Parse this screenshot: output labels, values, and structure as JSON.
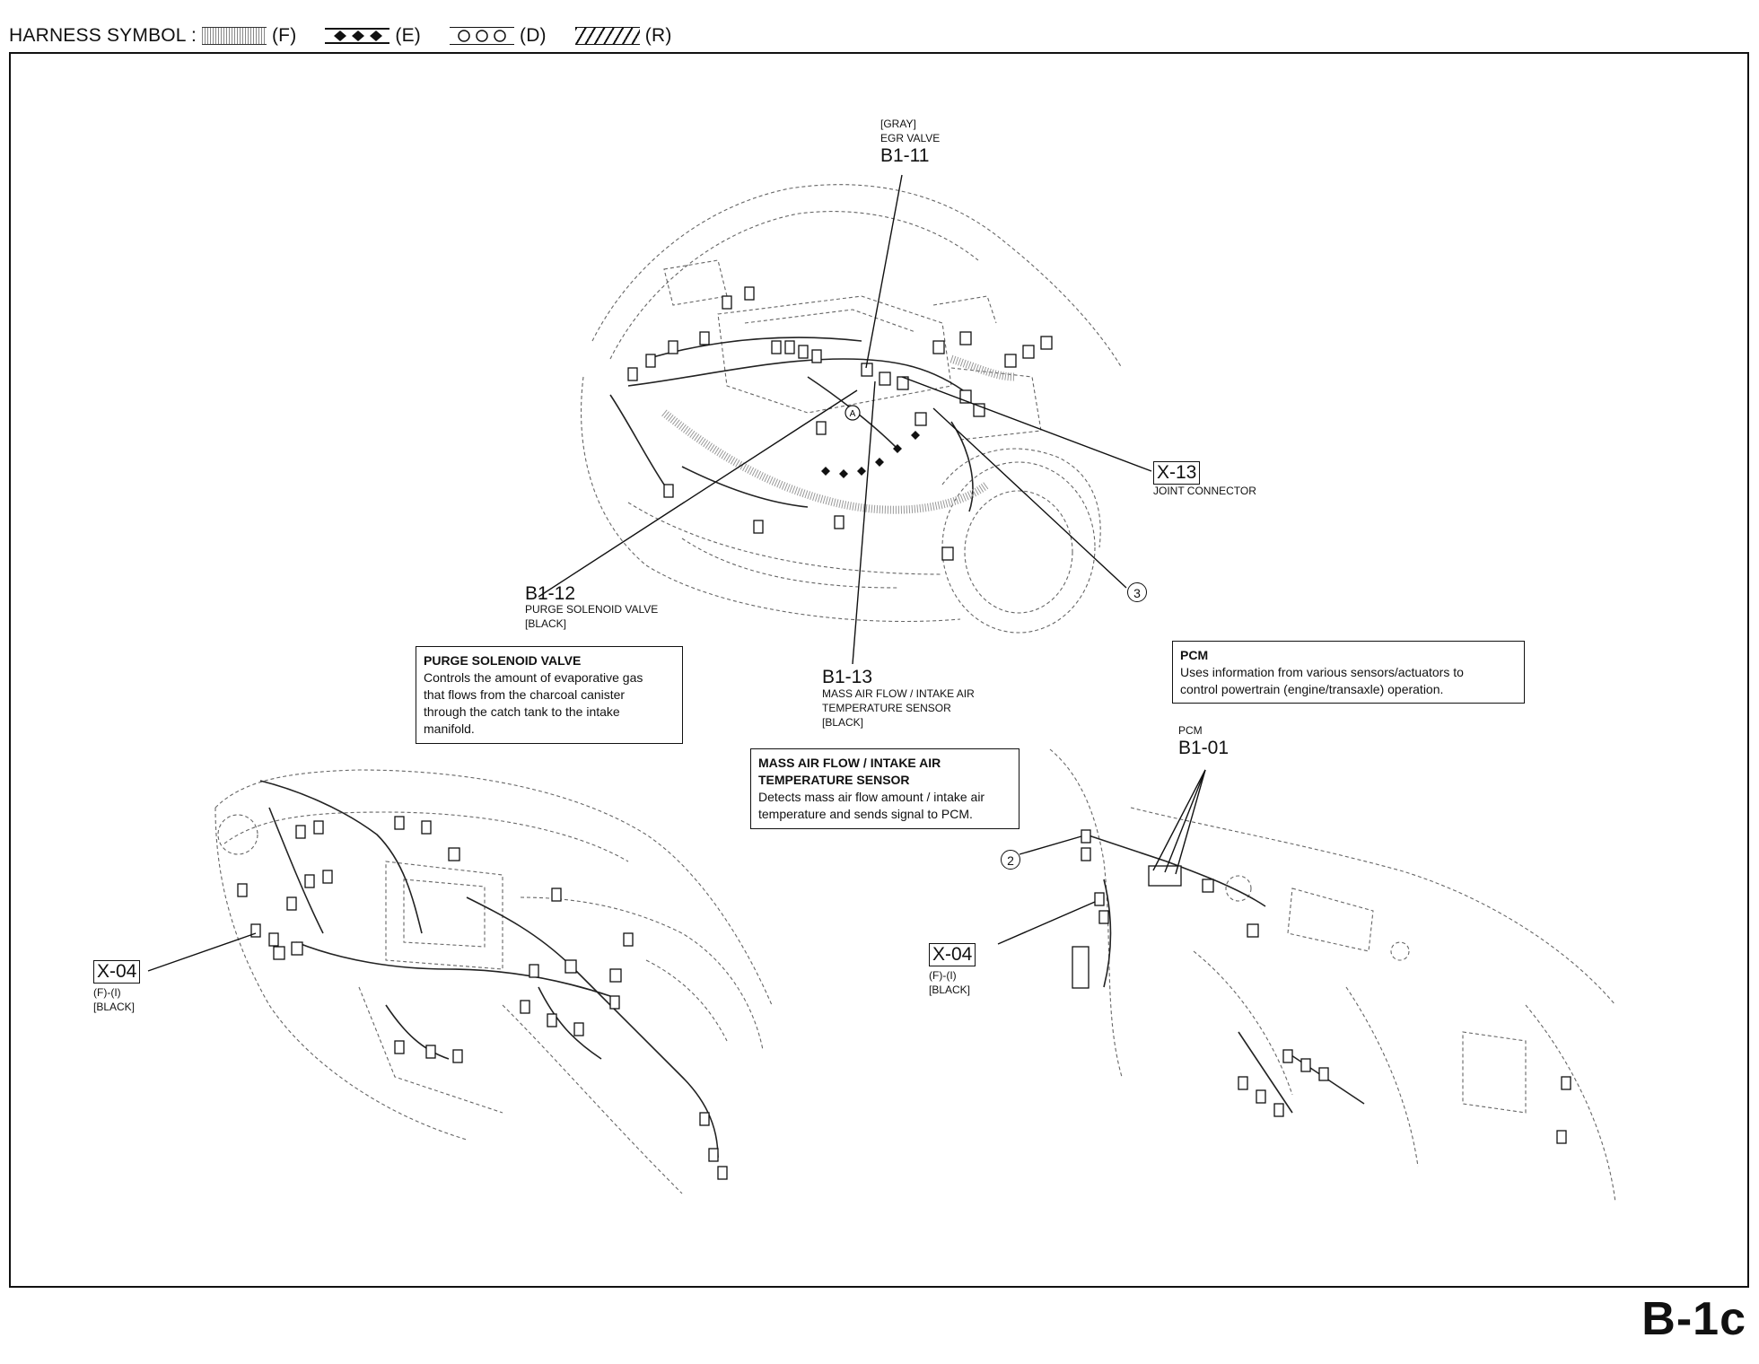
{
  "header": {
    "prefix": "HARNESS SYMBOL :",
    "symbols": [
      {
        "code": "(F)",
        "style": "stipple"
      },
      {
        "code": "(E)",
        "style": "diamonds"
      },
      {
        "code": "(D)",
        "style": "circles"
      },
      {
        "code": "(R)",
        "style": "hatch"
      }
    ]
  },
  "callouts": {
    "b1_11": {
      "color": "[GRAY]",
      "name": "EGR VALVE",
      "code": "B1-11"
    },
    "b1_12": {
      "code": "B1-12",
      "name": "PURGE SOLENOID VALVE",
      "color": "[BLACK]"
    },
    "b1_13": {
      "code": "B1-13",
      "name_1": "MASS AIR FLOW / INTAKE AIR",
      "name_2": "TEMPERATURE SENSOR",
      "color": "[BLACK]"
    },
    "x_13": {
      "code": "X-13",
      "name": "JOINT CONNECTOR"
    },
    "b1_01": {
      "name": "PCM",
      "code": "B1-01"
    },
    "x_04_left": {
      "code": "X-04",
      "sub": "(F)-(I)",
      "color": "[BLACK]"
    },
    "x_04_right": {
      "code": "X-04",
      "sub": "(F)-(I)",
      "color": "[BLACK]"
    },
    "circle_2": "2",
    "circle_3": "3",
    "mark_a": "A"
  },
  "info_boxes": {
    "purge": {
      "title": "PURGE SOLENOID VALVE",
      "lines": [
        "Controls the amount of evaporative gas",
        "that flows from the charcoal canister",
        "through the catch tank to the intake",
        "manifold."
      ]
    },
    "maf": {
      "title_1": "MASS AIR FLOW / INTAKE AIR",
      "title_2": "TEMPERATURE SENSOR",
      "lines": [
        "Detects mass air flow amount / intake air",
        "temperature and sends signal to PCM."
      ]
    },
    "pcm": {
      "title": "PCM",
      "lines": [
        "Uses information from various sensors/actuators to",
        "control powertrain (engine/transaxle) operation."
      ]
    }
  },
  "page_code": "B-1c",
  "colors": {
    "ink": "#111111",
    "sketch": "#555555",
    "paper": "#ffffff"
  }
}
